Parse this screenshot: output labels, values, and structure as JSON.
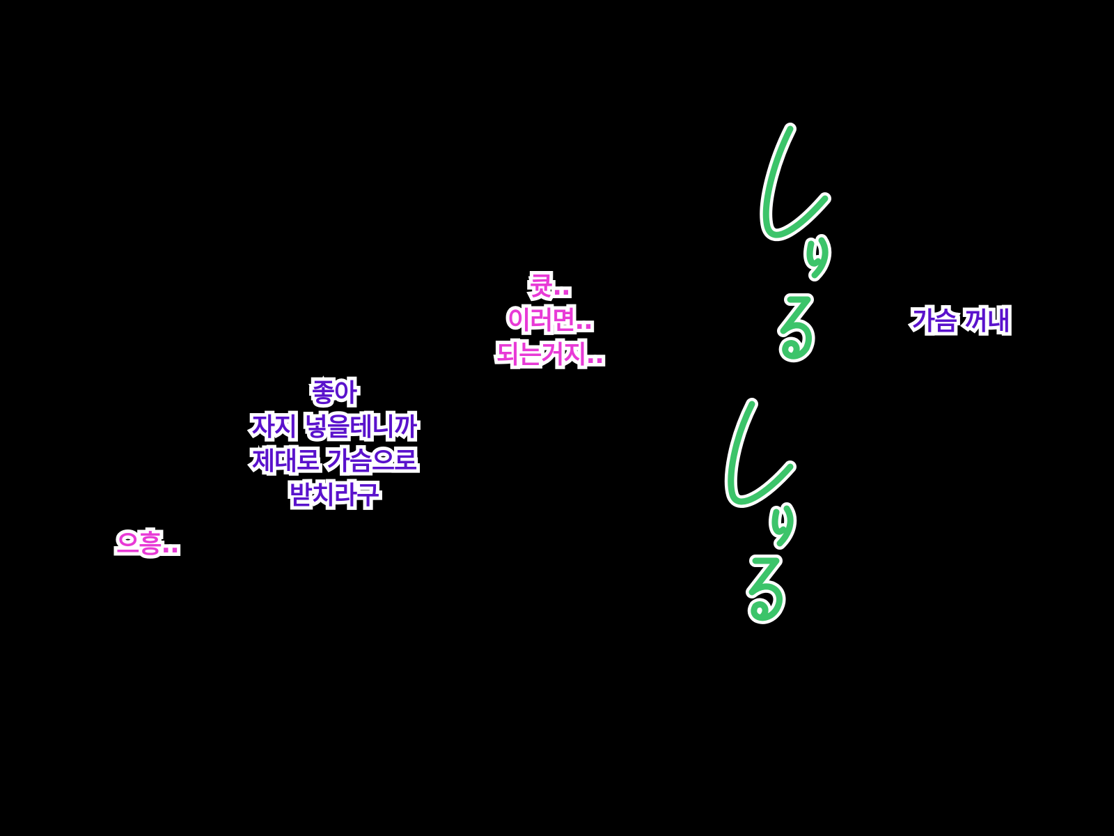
{
  "dialogues": {
    "left_moan": {
      "lines": [
        "으흥.."
      ],
      "color": "#e83ad6"
    },
    "center_speech": {
      "lines": [
        "좋아",
        "자지 넣을테니까",
        "제대로 가슴으로",
        "받치라구"
      ],
      "color": "#5a12cc"
    },
    "mid_pink": {
      "lines": [
        "큣..",
        "이러면..",
        "되는거지.."
      ],
      "color": "#e83ad6"
    },
    "right_caption": {
      "lines": [
        "가슴 꺼내"
      ],
      "color": "#5a12cc"
    }
  },
  "sound_effect": {
    "text": "しゅるしゅる",
    "color": "#3cc46a",
    "outline": "#ffffff"
  },
  "background": "#000000"
}
